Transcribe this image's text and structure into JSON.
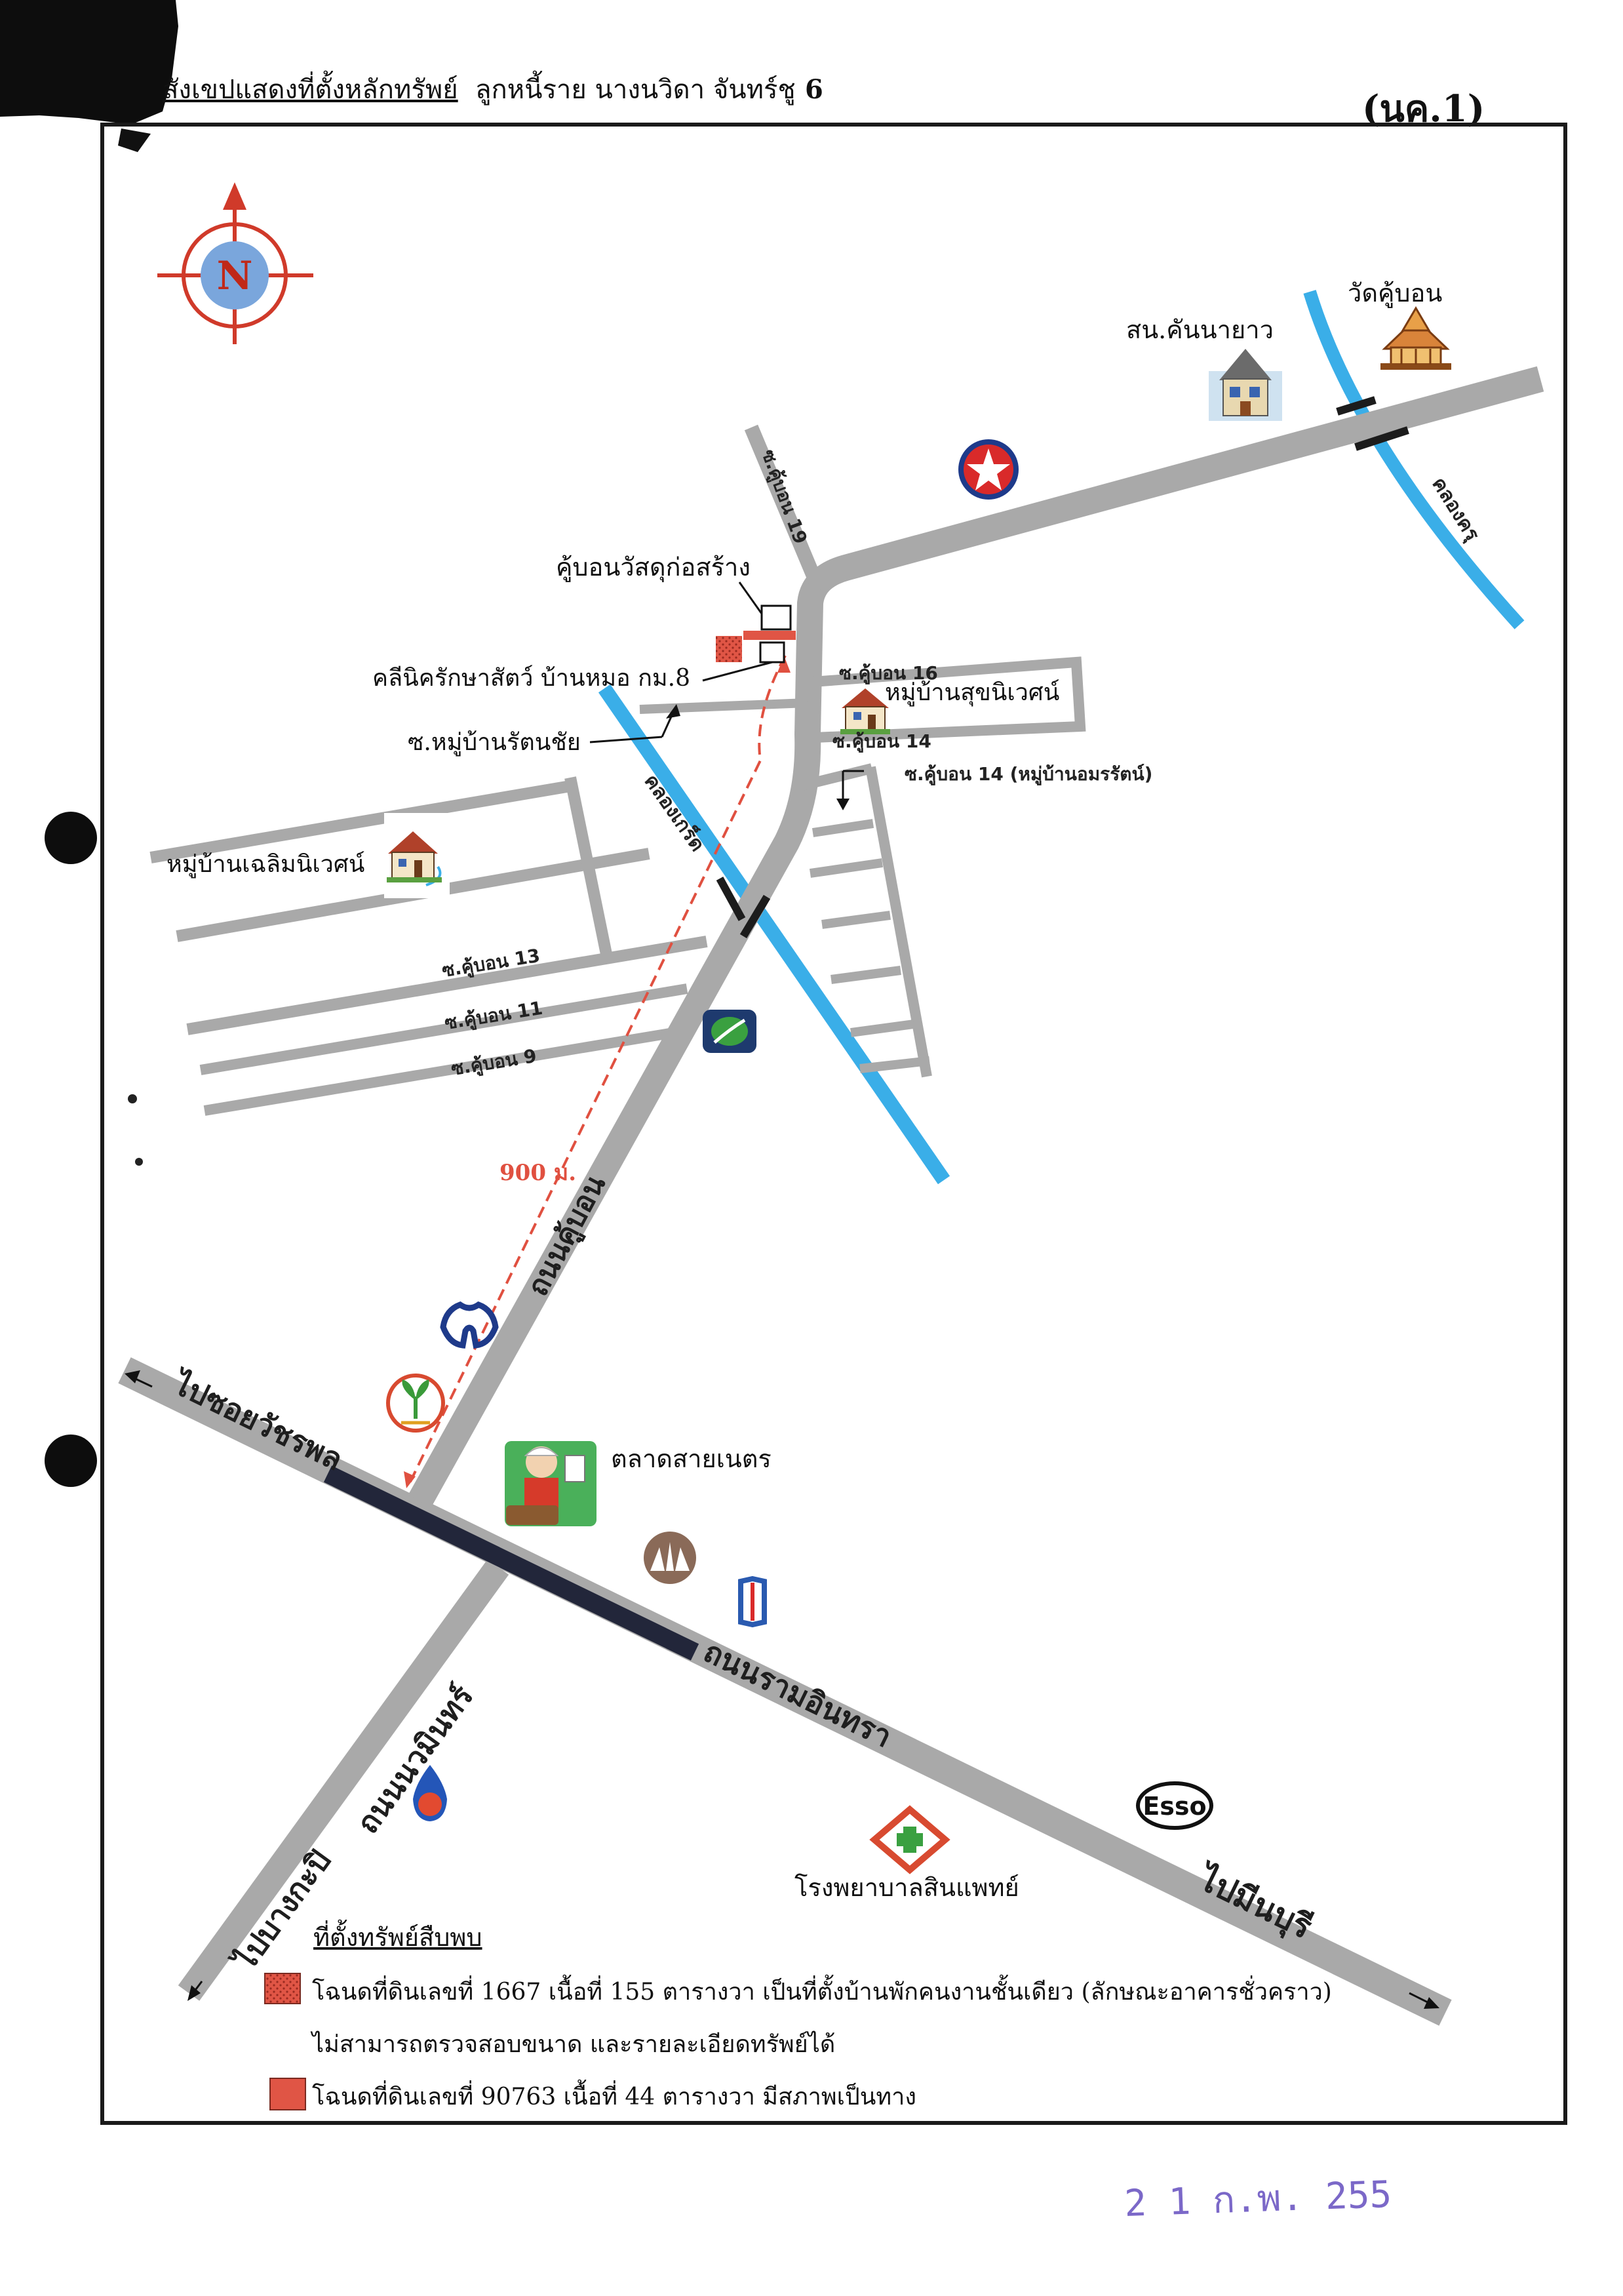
{
  "header": {
    "title": "สังเขปแสดงที่ตั้งหลักทรัพย์",
    "debtor": "ลูกหนี้ราย นางนวิดา จันทร์ชู",
    "number": "6",
    "code": "(นค.1)"
  },
  "compass": {
    "letter": "N"
  },
  "labels": {
    "temple": "วัดคู้บอน",
    "station": "สน.คันนายาว",
    "shop": "คู้บอนวัสดุก่อสร้าง",
    "clinic": "คลีนิครักษาสัตว์ บ้านหมอ กม.8",
    "soi_rattanachai": "ซ.หมู่บ้านรัตนชัย",
    "village_sukniwet": "หมู่บ้านสุขนิเวศน์",
    "village_chalerm": "หมู่บ้านเฉลิมนิเวศน์",
    "market": "ตลาดสายเนตร",
    "hospital": "โรงพยาบาลสินแพทย์",
    "distance": "900 ม."
  },
  "roads": {
    "soi19": "ซ.คู้บอน 19",
    "soi16": "ซ.คู้บอน 16",
    "soi14": "ซ.คู้บอน 14",
    "soi14b": "ซ.คู้บอน 14 (หมู่บ้านอมรรัตน์)",
    "soi13": "ซ.คู้บอน 13",
    "soi11": "ซ.คู้บอน 11",
    "soi9": "ซ.คู้บอน 9",
    "khubon": "ถนนคู้บอน",
    "ramindra": "ถนนรามอินทรา",
    "nawamin": "ถนนนวมินทร์",
    "to_watcharaphon": "ไปซอยวัชรพล",
    "to_bangkapi": "ไปบางกะปิ",
    "to_minburi": "ไปมีนบุรี"
  },
  "canals": {
    "canal1": "คลองครุ",
    "canal2": "คลองเกร็ด"
  },
  "brands": {
    "esso": "Esso"
  },
  "legend": {
    "title": "ที่ตั้งทรัพย์สืบพบ",
    "item1": "โฉนดที่ดินเลขที่ 1667 เนื้อที่ 155 ตารางวา เป็นที่ตั้งบ้านพักคนงานชั้นเดียว (ลักษณะอาคารชั่วคราว)",
    "item1b": "ไม่สามารถตรวจสอบขนาด และรายละเอียดทรัพย์ได้",
    "item2": "โฉนดที่ดินเลขที่ 90763 เนื้อที่ 44 ตารางวา มีสภาพเป็นทาง"
  },
  "stamp": {
    "date": "2 1 ก.พ. 255"
  },
  "colors": {
    "road": "#a9a9a9",
    "canal": "#3aaee8",
    "route": "#e05040",
    "parcel": "#e05545",
    "stamp": "#7b68c8"
  }
}
